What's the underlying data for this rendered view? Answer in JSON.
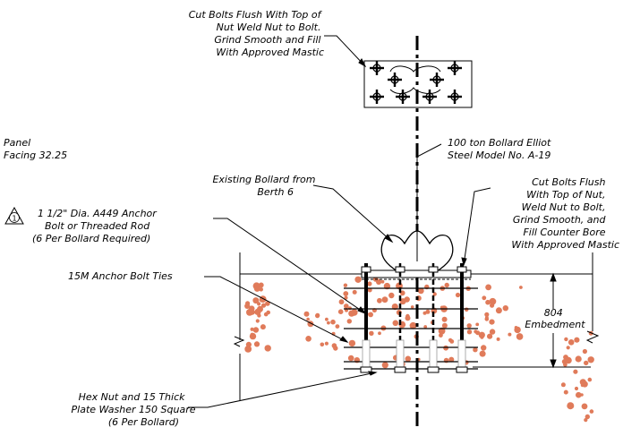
{
  "notes": {
    "top_note": [
      "Cut Bolts Flush With Top of",
      "Nut Weld Nut to Bolt.",
      "Grind Smooth and Fill",
      "With Approved Mastic"
    ],
    "panel": [
      "Panel",
      "Facing 32.25"
    ],
    "bollard_model": [
      "100 ton Bollard Elliot",
      "Steel Model No. A-19"
    ],
    "existing_bollard": [
      "Existing Bollard from",
      "Berth 6"
    ],
    "right_note": [
      "Cut Bolts Flush",
      "With Top of Nut,",
      "Weld Nut to Bolt,",
      "Grind Smooth, and",
      "Fill Counter Bore",
      "With Approved Mastic"
    ],
    "anchor_bolt": [
      "1 1/2\" Dia. A449 Anchor",
      "Bolt or Threaded Rod",
      "(6 Per Bollard   Required)"
    ],
    "ties": "15M Anchor Bolt Ties",
    "embedment": [
      "804",
      "Embedment"
    ],
    "hex_nut": [
      "Hex Nut and 15 Thick",
      "Plate Washer 150 Square",
      "(6 Per Bollard)"
    ]
  },
  "revision_tag": "1",
  "colors": {
    "line": "#000000",
    "aggregate": "#e07b5a"
  }
}
